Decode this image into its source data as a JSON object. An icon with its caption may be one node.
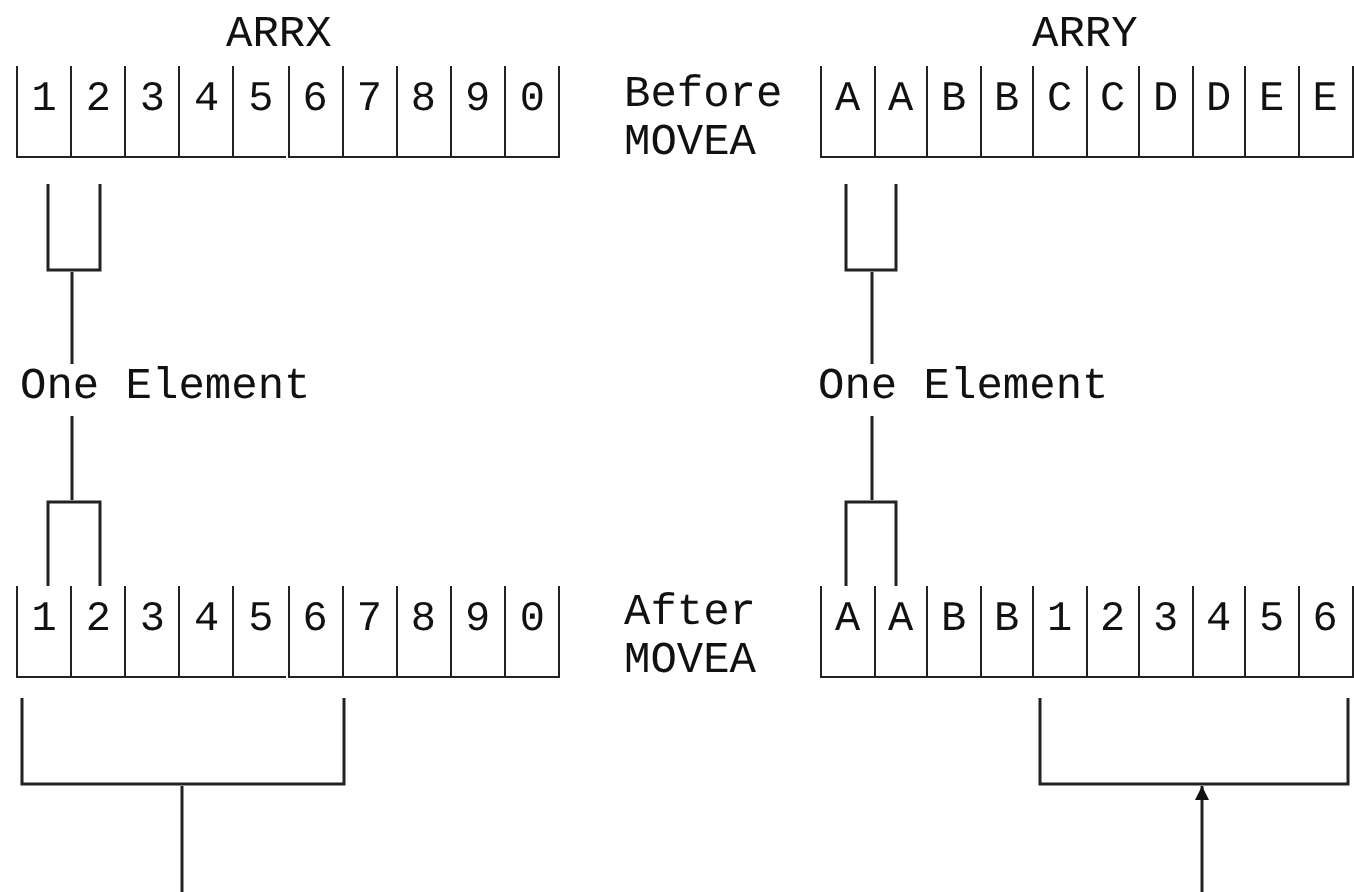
{
  "diagram": {
    "nodes": [
      {
        "text": [],
        "shape": "bracket"
      },
      {
        "text": [],
        "shape": "bracket"
      },
      {
        "text": [
          "One Element"
        ]
      },
      {
        "text": [
          "One Element"
        ]
      },
      {
        "text": [],
        "shape": "bracket"
      },
      {
        "text": [],
        "shape": "bracket"
      },
      {
        "text": [],
        "shape": "bracket"
      },
      {
        "text": [],
        "shape": "bracket"
      }
    ],
    "edges": [
      {
        "from": 0,
        "to": 2,
        "arrow": "none"
      },
      {
        "from": 1,
        "to": 3,
        "arrow": "none"
      },
      {
        "from": 2,
        "to": 4,
        "arrow": "none"
      },
      {
        "from": 3,
        "to": 5,
        "arrow": "none"
      },
      {
        "from": 6,
        "to": null,
        "arrow": "none"
      },
      {
        "from": null,
        "to": 7,
        "arrow": "to"
      }
    ],
    "labels": [
      "ARRX",
      "ARRY",
      "1",
      "2",
      "3",
      "4",
      "5",
      "6",
      "7",
      "8",
      "9",
      "0",
      "Before MOVEA",
      "A",
      "A",
      "B",
      "B",
      "C",
      "C",
      "D",
      "D",
      "E",
      "E",
      "1",
      "2",
      "3",
      "4",
      "5",
      "6",
      "7",
      "8",
      "9",
      "0",
      "After MOVEA",
      "A",
      "A",
      "B",
      "B",
      "1",
      "2",
      "3",
      "4",
      "5",
      "6"
    ]
  }
}
